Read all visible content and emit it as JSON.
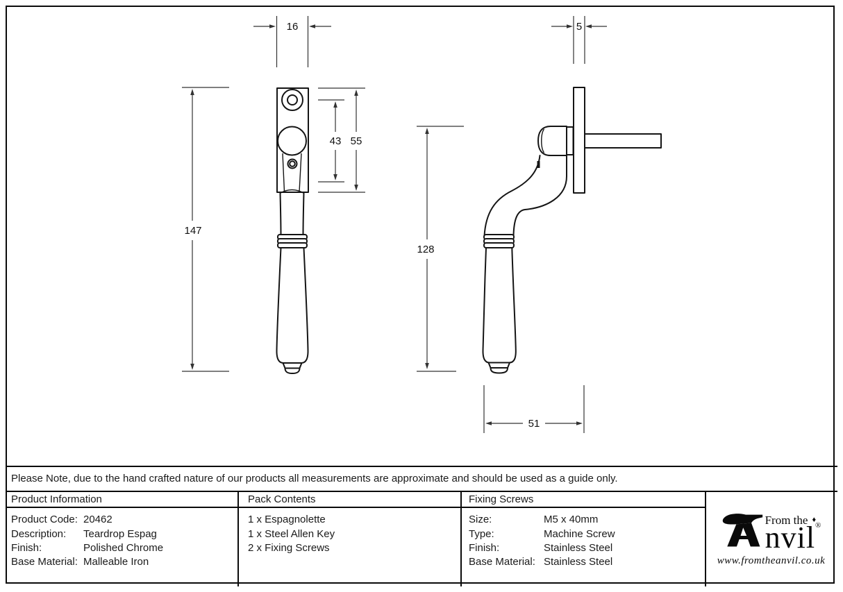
{
  "note": "Please Note, due to the hand crafted nature of our products all measurements are approximate and should be used as a guide only.",
  "dimensions": {
    "plate_width_mm": "16",
    "fixing_centres_mm": "43",
    "plate_height_mm": "55",
    "overall_length_mm": "147",
    "plate_thickness_mm": "5",
    "handle_height_mm": "128",
    "projection_mm": "51"
  },
  "table": {
    "product_information": {
      "header": "Product Information",
      "rows": [
        {
          "label": "Product Code:",
          "value": "20462"
        },
        {
          "label": "Description:",
          "value": "Teardrop Espag"
        },
        {
          "label": "Finish:",
          "value": "Polished Chrome"
        },
        {
          "label": "Base Material:",
          "value": "Malleable Iron"
        }
      ]
    },
    "pack_contents": {
      "header": "Pack Contents",
      "items": [
        "1 x Espagnolette",
        "1 x Steel Allen Key",
        "2 x Fixing Screws"
      ]
    },
    "fixing_screws": {
      "header": "Fixing Screws",
      "rows": [
        {
          "label": "Size:",
          "value": "M5 x 40mm"
        },
        {
          "label": "Type:",
          "value": "Machine Screw"
        },
        {
          "label": "Finish:",
          "value": "Stainless Steel"
        },
        {
          "label": "Base Material:",
          "value": "Stainless Steel"
        }
      ]
    }
  },
  "logo": {
    "prefix": "From the",
    "diamond": "♦",
    "name_suffix": "nvil",
    "registered": "®",
    "url": "www.fromtheanvil.co.uk"
  }
}
